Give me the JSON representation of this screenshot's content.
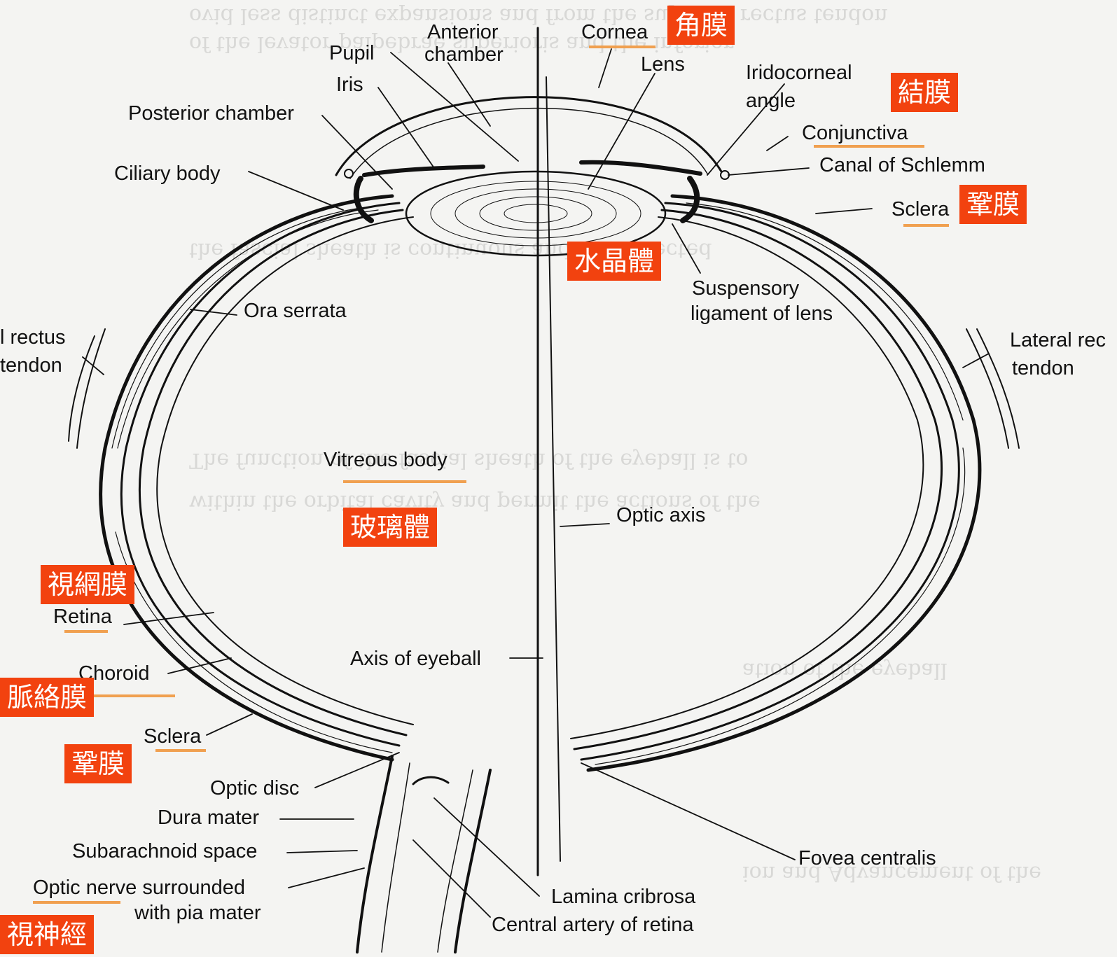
{
  "labels": {
    "anterior_chamber_1": "Anterior",
    "anterior_chamber_2": "chamber",
    "cornea": "Cornea",
    "pupil": "Pupil",
    "lens": "Lens",
    "iris": "Iris",
    "iridocorneal_1": "Iridocorneal",
    "iridocorneal_2": "angle",
    "posterior_chamber": "Posterior chamber",
    "conjunctiva": "Conjunctiva",
    "ciliary_body": "Ciliary body",
    "canal_of_schlemm": "Canal of Schlemm",
    "sclera_top": "Sclera",
    "suspensory_1": "Suspensory",
    "suspensory_2": "ligament of lens",
    "ora_serrata": "Ora serrata",
    "rectus_left_1": "l rectus",
    "rectus_left_2": "tendon",
    "lateral_rectus_1": "Lateral rec",
    "lateral_rectus_2": "tendon",
    "vitreous_body": "Vitreous body",
    "optic_axis": "Optic axis",
    "retina": "Retina",
    "axis_of_eyeball": "Axis of eyeball",
    "choroid": "Choroid",
    "sclera_bottom": "Sclera",
    "optic_disc": "Optic disc",
    "dura_mater": "Dura mater",
    "subarachnoid": "Subarachnoid space",
    "fovea_centralis": "Fovea centralis",
    "optic_nerve_1": "Optic nerve surrounded",
    "optic_nerve_2": "with pia mater",
    "lamina_cribrosa": "Lamina cribrosa",
    "central_artery": "Central artery of retina"
  },
  "chinese_tags": {
    "cornea": "角膜",
    "conjunctiva": "結膜",
    "sclera_top": "鞏膜",
    "lens": "水晶體",
    "vitreous": "玻璃體",
    "retina": "視網膜",
    "choroid": "脈絡膜",
    "sclera_bottom": "鞏膜",
    "optic_nerve": "視神經"
  },
  "colors": {
    "tag_background": "#f2420f",
    "underline": "#f0a050",
    "ink": "#111111"
  }
}
